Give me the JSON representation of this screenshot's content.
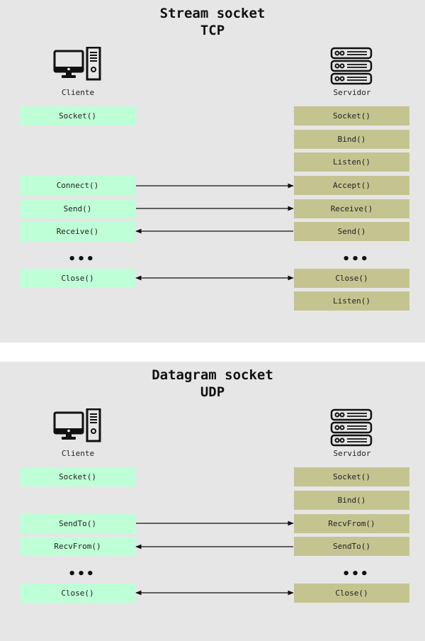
{
  "tcp": {
    "title": "Stream socket",
    "subtitle": "TCP",
    "client_caption": "Cliente",
    "server_caption": "Servidor",
    "client_steps": [
      "Socket()",
      "Connect()",
      "Send()",
      "Receive()",
      "Close()"
    ],
    "server_steps": [
      "Socket()",
      "Bind()",
      "Listen()",
      "Accept()",
      "Receive()",
      "Send()",
      "Close()",
      "Listen()"
    ],
    "ellipsis": "•••"
  },
  "udp": {
    "title": "Datagram socket",
    "subtitle": "UDP",
    "client_caption": "Cliente",
    "server_caption": "Servidor",
    "client_steps": [
      "Socket()",
      "SendTo()",
      "RecvFrom()",
      "Close()"
    ],
    "server_steps": [
      "Socket()",
      "Bind()",
      "RecvFrom()",
      "SendTo()",
      "Close()"
    ],
    "ellipsis": "•••"
  },
  "colors": {
    "client_box": "#bfffd7",
    "server_box": "#c4c490",
    "panel_bg": "#e6e6e6"
  },
  "icons": {
    "client": "desktop-computer-icon",
    "server": "server-rack-icon"
  }
}
